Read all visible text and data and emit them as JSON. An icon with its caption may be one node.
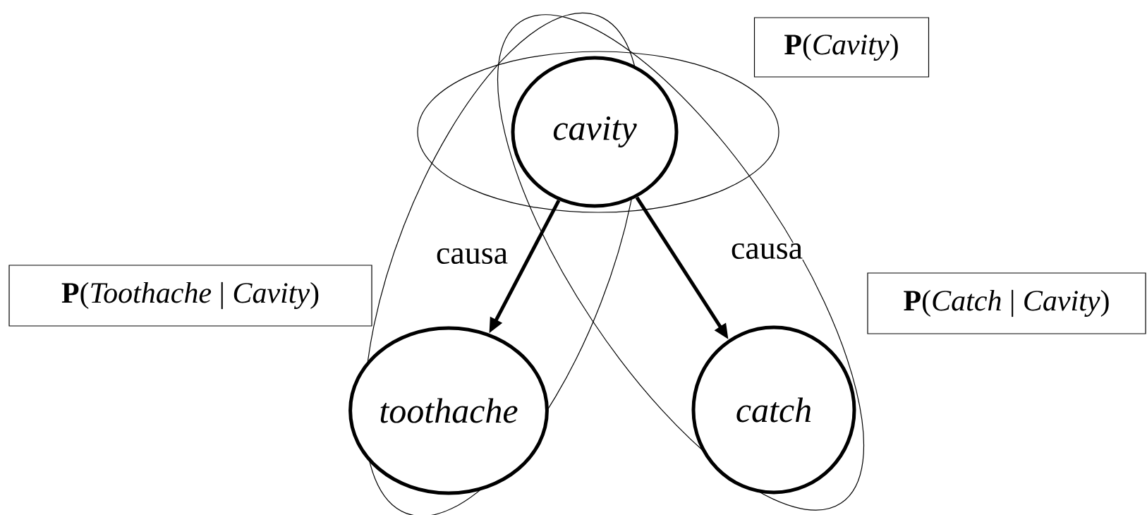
{
  "diagram": {
    "nodes": [
      {
        "text": [
          "cavity"
        ]
      },
      {
        "text": [
          "toothache"
        ]
      },
      {
        "text": [
          "catch"
        ]
      },
      {
        "text": [
          "**P**(*Cavity*)"
        ]
      },
      {
        "text": [
          "**P**(*Toothache* | *Cavity*)"
        ]
      },
      {
        "text": [
          "**P**(*Catch* | *Cavity*)"
        ]
      }
    ],
    "edges": [
      {
        "from": 0,
        "to": 1,
        "arrow": "to",
        "label": "causa"
      },
      {
        "from": 0,
        "to": 2,
        "arrow": "to",
        "label": "causa"
      }
    ]
  }
}
